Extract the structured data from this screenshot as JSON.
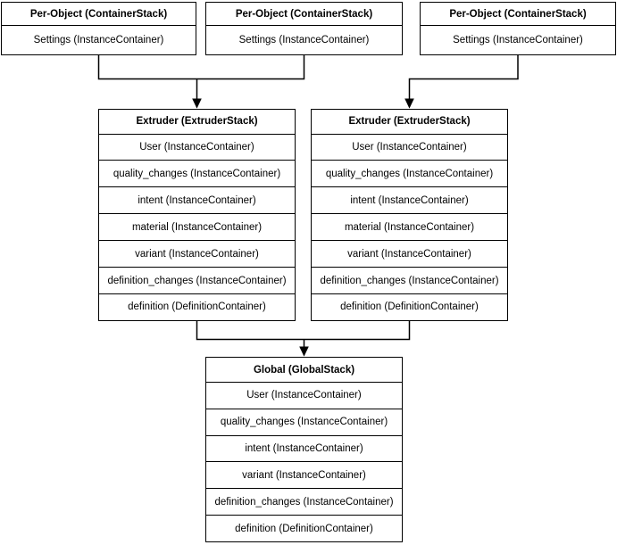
{
  "canvas": {
    "background_color": "#ffffff",
    "line_color": "#000000",
    "text_color": "#000000"
  },
  "per_object_stacks": [
    {
      "title": "Per-Object (ContainerStack)",
      "rows": [
        "Settings (InstanceContainer)"
      ]
    },
    {
      "title": "Per-Object (ContainerStack)",
      "rows": [
        "Settings (InstanceContainer)"
      ]
    },
    {
      "title": "Per-Object (ContainerStack)",
      "rows": [
        "Settings (InstanceContainer)"
      ]
    }
  ],
  "extruder_stacks": [
    {
      "title": "Extruder (ExtruderStack)",
      "rows": [
        "User (InstanceContainer)",
        "quality_changes (InstanceContainer)",
        "intent (InstanceContainer)",
        "material (InstanceContainer)",
        "variant (InstanceContainer)",
        "definition_changes (InstanceContainer)",
        "definition (DefinitionContainer)"
      ]
    },
    {
      "title": "Extruder (ExtruderStack)",
      "rows": [
        "User (InstanceContainer)",
        "quality_changes (InstanceContainer)",
        "intent (InstanceContainer)",
        "material (InstanceContainer)",
        "variant (InstanceContainer)",
        "definition_changes (InstanceContainer)",
        "definition (DefinitionContainer)"
      ]
    }
  ],
  "global_stack": {
    "title": "Global (GlobalStack)",
    "rows": [
      "User (InstanceContainer)",
      "quality_changes (InstanceContainer)",
      "intent (InstanceContainer)",
      "variant (InstanceContainer)",
      "definition_changes (InstanceContainer)",
      "definition (DefinitionContainer)"
    ]
  }
}
